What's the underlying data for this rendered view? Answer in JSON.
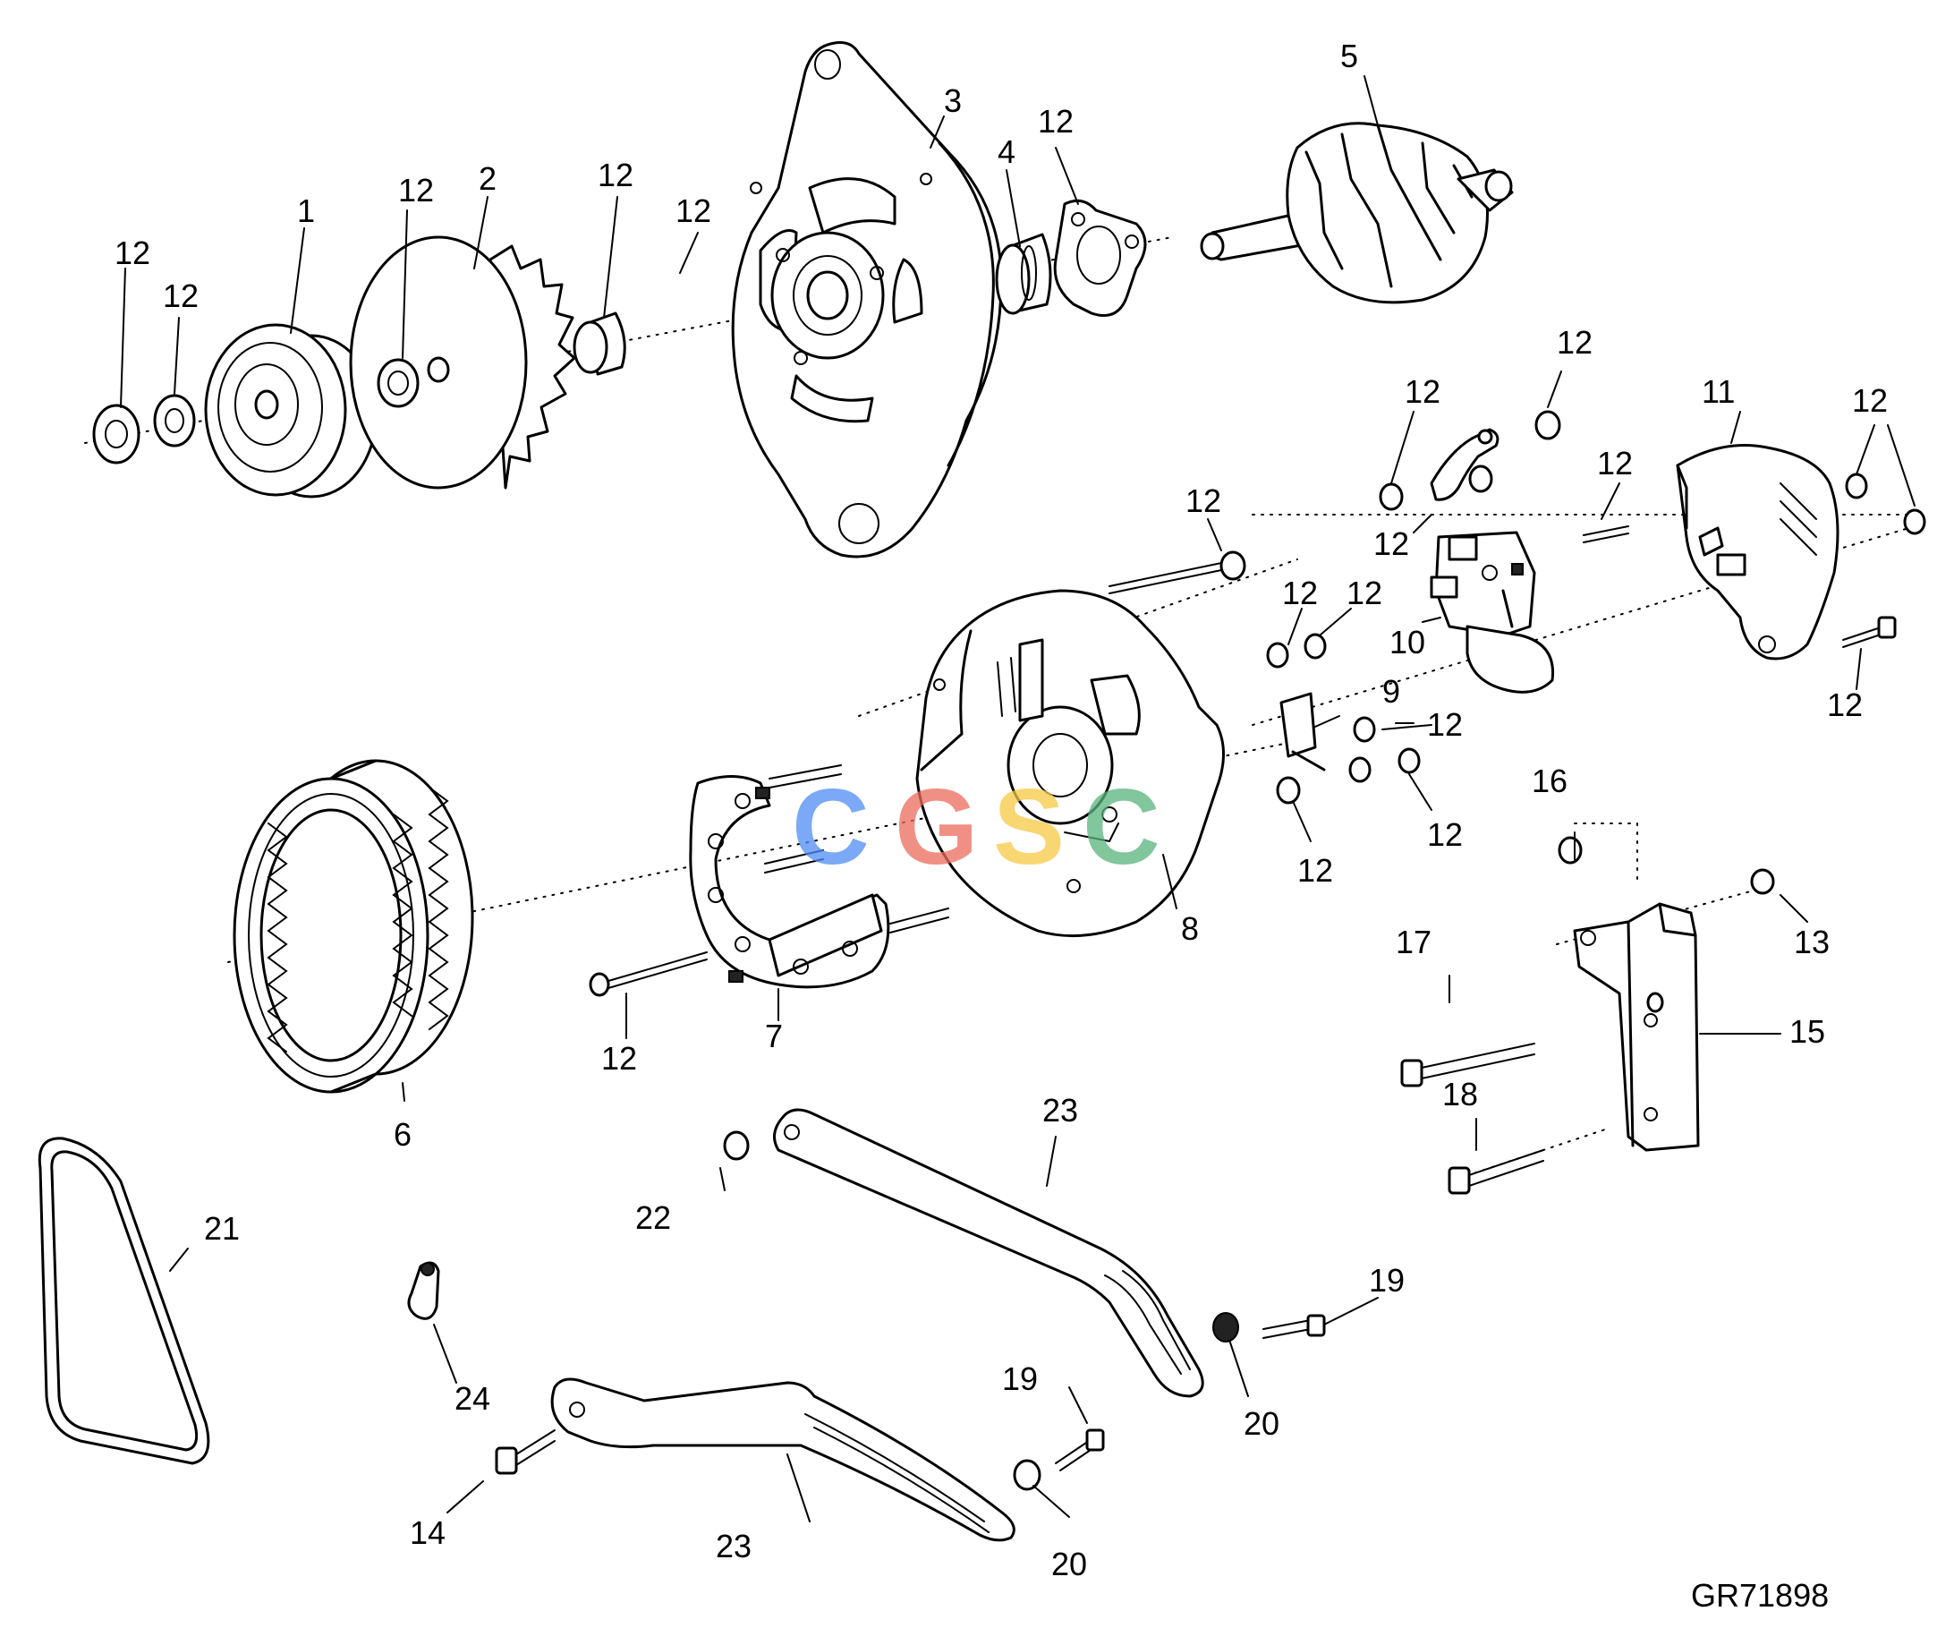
{
  "callouts": [
    "1",
    "2",
    "3",
    "4",
    "5",
    "6",
    "7",
    "8",
    "9",
    "10",
    "11",
    "12",
    "13",
    "14",
    "15",
    "16",
    "17",
    "18",
    "19",
    "20",
    "21",
    "22",
    "23",
    "24"
  ],
  "figure_ref": "GR71898",
  "watermark": {
    "letters": [
      "C",
      "G",
      "S",
      "C"
    ],
    "colors": [
      "#4f8df5",
      "#ec6b5d",
      "#f6c944",
      "#58b47d"
    ]
  }
}
